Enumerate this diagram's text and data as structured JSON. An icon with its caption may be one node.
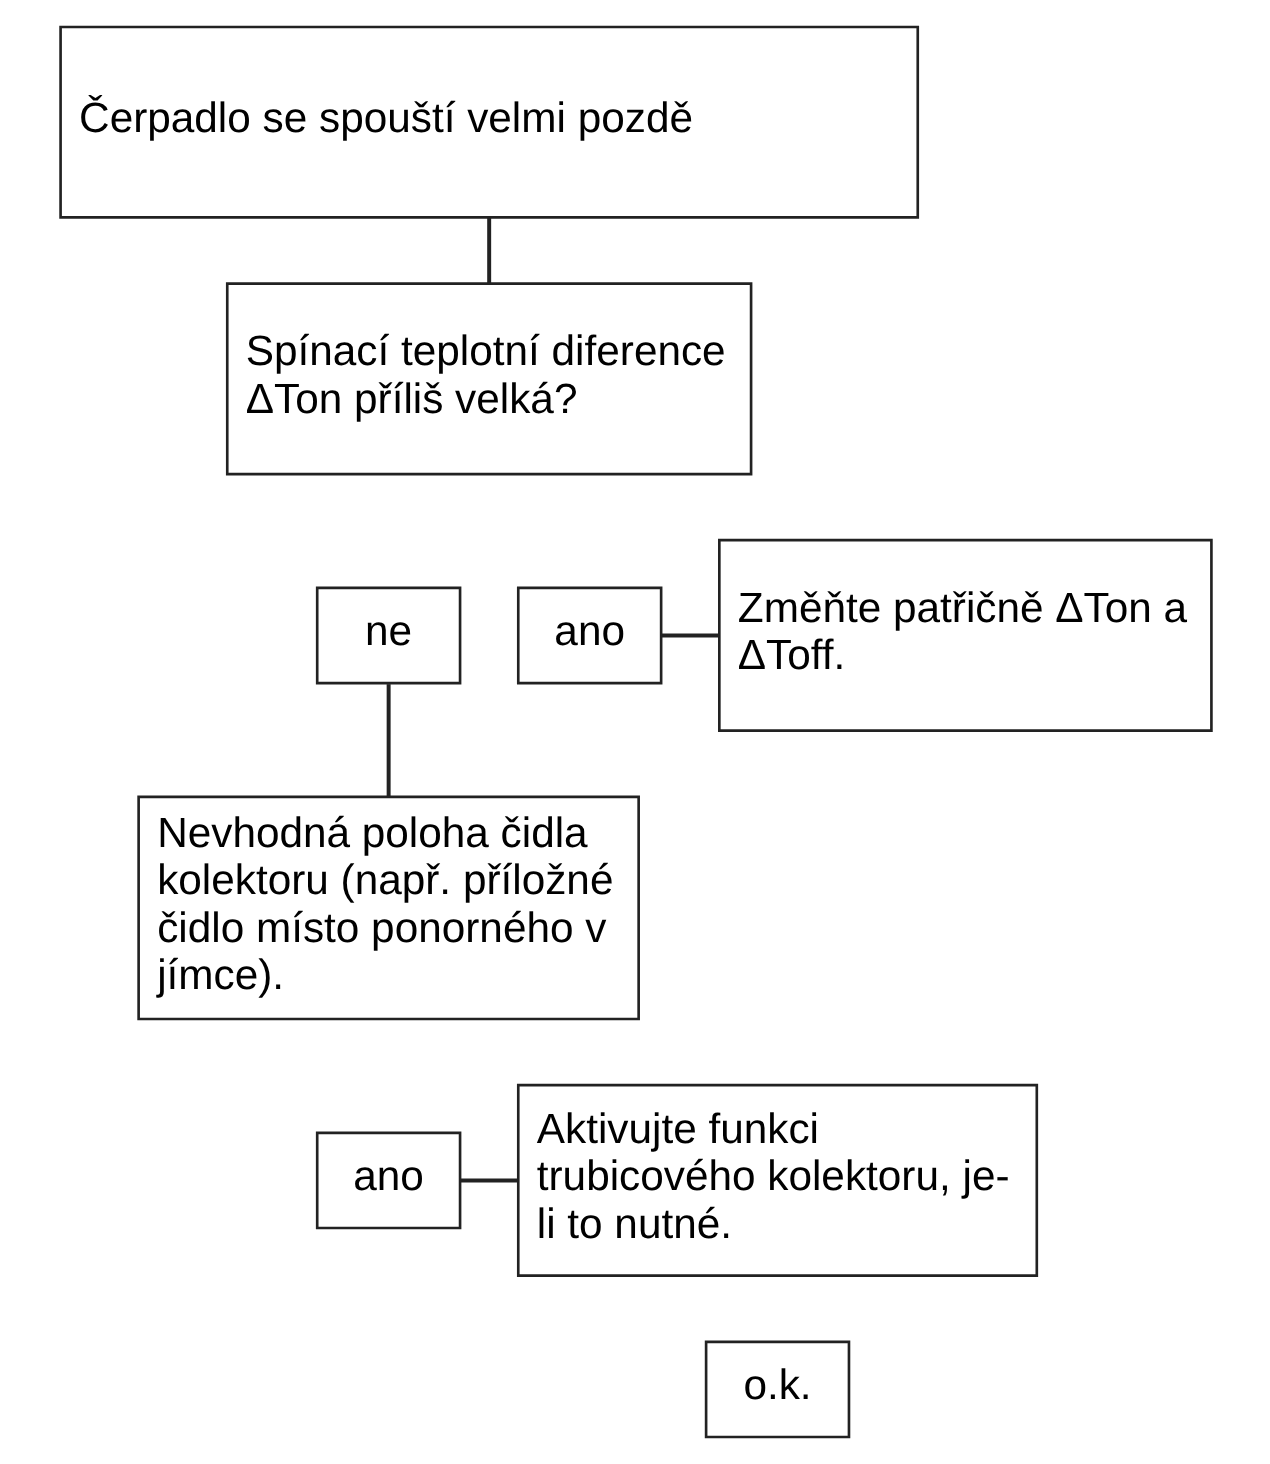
{
  "diagram": {
    "nodes": [
      {
        "text": [
          "Čerpadlo se spouští velmi pozdě"
        ]
      },
      {
        "text": [
          "Spínací teplotní diference ΔTon příliš velká?"
        ]
      },
      {
        "text": [
          "ne"
        ]
      },
      {
        "text": [
          "ano"
        ]
      },
      {
        "text": [
          "Změňte patřičně ΔTon a ΔToff."
        ]
      },
      {
        "text": [
          "Nevhodná poloha čidla kolektoru (např. příložné čidlo místo ponorného v jímce)."
        ]
      },
      {
        "text": [
          "ano"
        ]
      },
      {
        "text": [
          "Aktivujte funkci trubicového kolektoru, je-li to nutné."
        ]
      },
      {
        "text": [
          "o.k."
        ]
      }
    ],
    "edges": [
      {
        "from": 0,
        "to": 1,
        "arrow": "none"
      },
      {
        "from": 3,
        "to": 4,
        "arrow": "none"
      },
      {
        "from": 2,
        "to": 5,
        "arrow": "none"
      },
      {
        "from": 6,
        "to": 7,
        "arrow": "none"
      }
    ]
  }
}
